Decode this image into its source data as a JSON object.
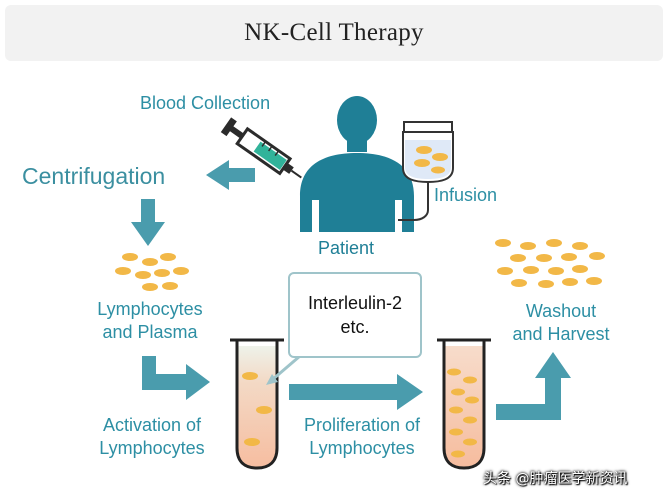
{
  "title": "NK-Cell Therapy",
  "labels": {
    "blood_collection": "Blood Collection",
    "centrifugation": "Centrifugation",
    "infusion": "Infusion",
    "patient": "Patient",
    "lymphocytes_and_plasma": [
      "Lymphocytes",
      "and Plasma"
    ],
    "callout": [
      "Interleulin-2",
      "etc."
    ],
    "washout_and_harvest": [
      "Washout",
      "and Harvest"
    ],
    "activation": [
      "Activation of",
      "Lymphocytes"
    ],
    "proliferation": [
      "Proliferation of",
      "Lymphocytes"
    ]
  },
  "watermark": "头条 @肿瘤医学新资讯",
  "colors": {
    "teal_arrow": "#4a9cad",
    "label_teal": "#2d8fa4",
    "patient_body": "#1f7f96",
    "cell_orange": "#f2b847",
    "tube_fill": "#f6c7aa",
    "syringe_liquid": "#31b39a",
    "callout_border": "#9fc4ca"
  },
  "icons": [
    "syringe-icon",
    "patient-silhouette-icon",
    "iv-bag-icon",
    "test-tube-icon",
    "cell-icon"
  ]
}
